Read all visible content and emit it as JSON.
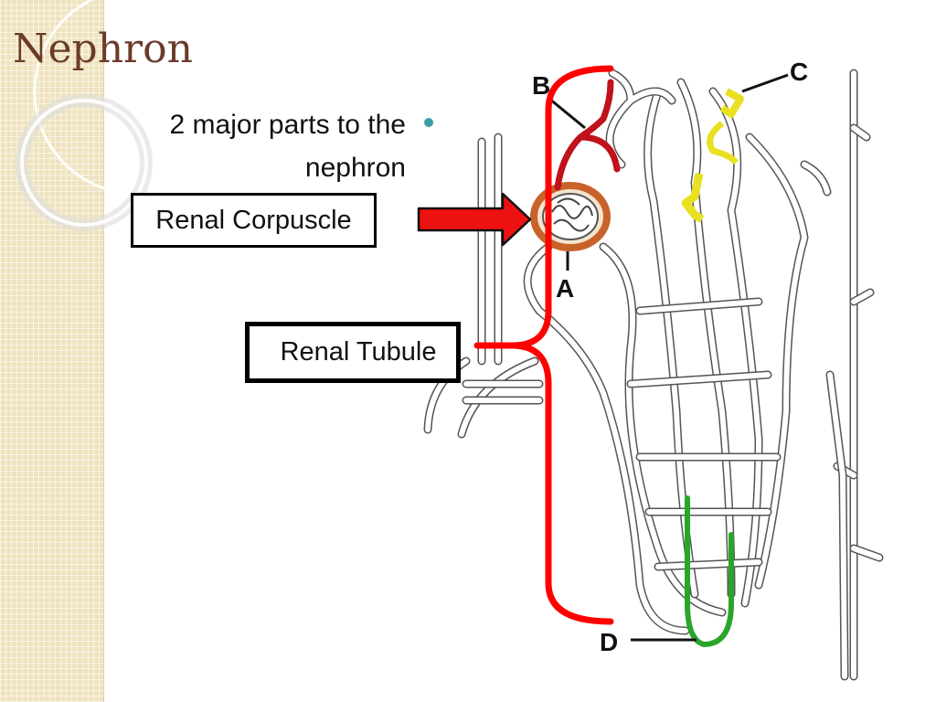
{
  "slide": {
    "title": "Nephron",
    "bullet": "2 major parts to the nephron"
  },
  "labels": {
    "renal_corpuscle": "Renal Corpuscle",
    "renal_tubule": "Renal Tubule"
  },
  "diagram": {
    "marker_a": "A",
    "marker_b": "B",
    "marker_c": "C",
    "marker_d": "D"
  },
  "colors": {
    "title": "#6b3b2a",
    "bullet_dot": "#3a9ea8",
    "bracket": "#ff0000",
    "arrow_fill": "#ee1111",
    "artery": "#c0121b",
    "capsule": "#c8622a",
    "distal_tubule": "#e8e020",
    "loop": "#2aa52a"
  }
}
